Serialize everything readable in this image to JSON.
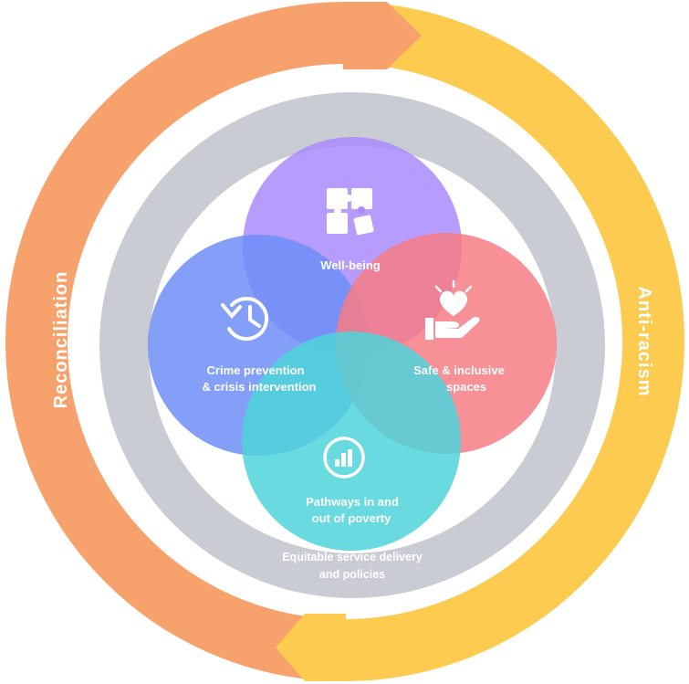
{
  "outer_ring": {
    "left_label": "Reconciliation",
    "right_label": "Anti-racism",
    "left_color": "#F7A26D",
    "right_color": "#FCCB4F"
  },
  "middle_ring": {
    "label_line1": "Equitable service delivery",
    "label_line2": "and policies",
    "color": "#C9CCD3"
  },
  "circles": [
    {
      "id": "well-being",
      "label_lines": [
        "Well-being"
      ],
      "icon": "puzzle-icon",
      "color": "#A98BFB"
    },
    {
      "id": "crime-prevention",
      "label_lines": [
        "Crime prevention",
        "& crisis intervention"
      ],
      "icon": "history-clock-icon",
      "color": "#6F8EF7"
    },
    {
      "id": "safe-inclusive",
      "label_lines": [
        "Safe & inclusive",
        "spaces"
      ],
      "icon": "heart-in-hand-icon",
      "color": "#F77C85"
    },
    {
      "id": "pathways-poverty",
      "label_lines": [
        "Pathways in and",
        "out of poverty"
      ],
      "icon": "bar-chart-circle-icon",
      "color": "#4DD3DA"
    }
  ]
}
